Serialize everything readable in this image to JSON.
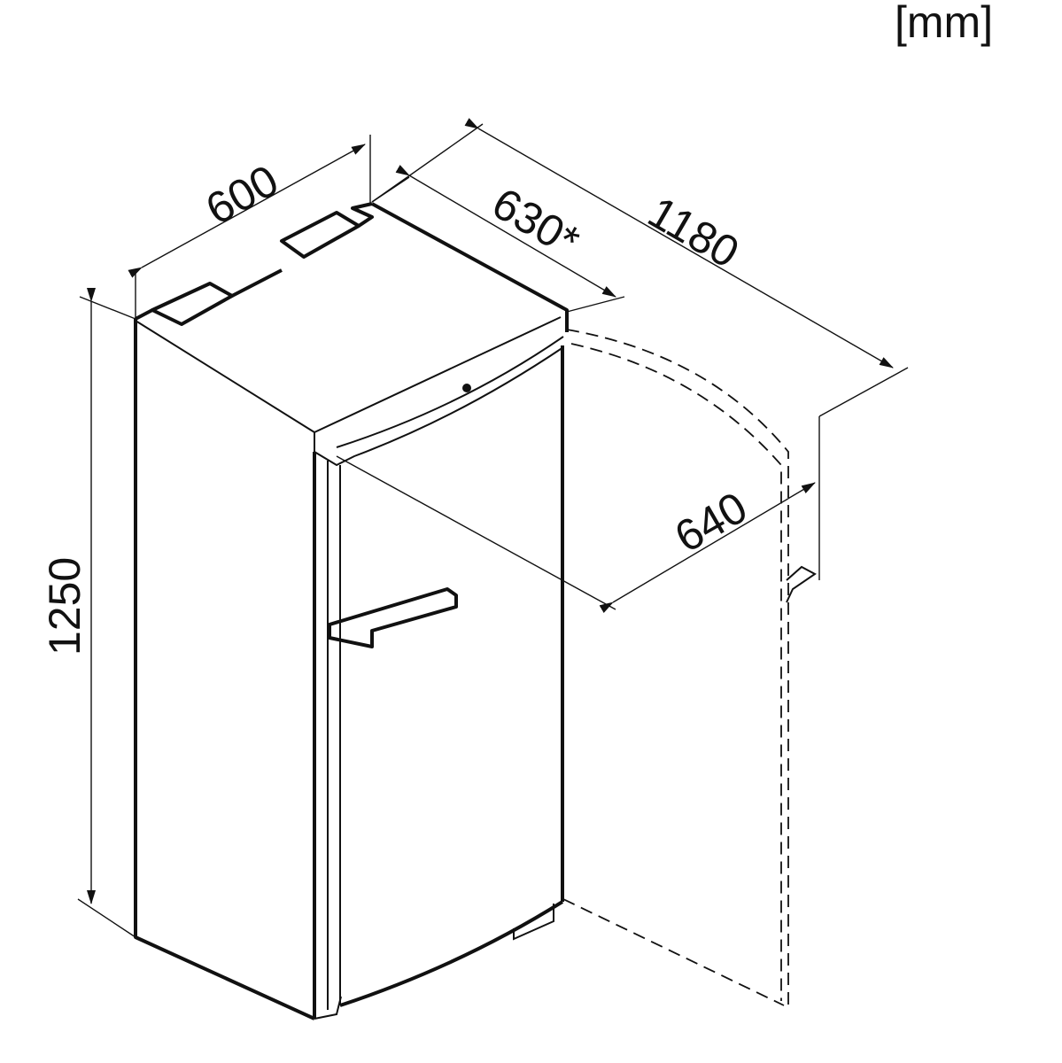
{
  "unit_label": "[mm]",
  "dimensions": {
    "width": "600",
    "depth": "630*",
    "depth_door_open": "1180",
    "door_clearance": "640",
    "height": "1250"
  }
}
